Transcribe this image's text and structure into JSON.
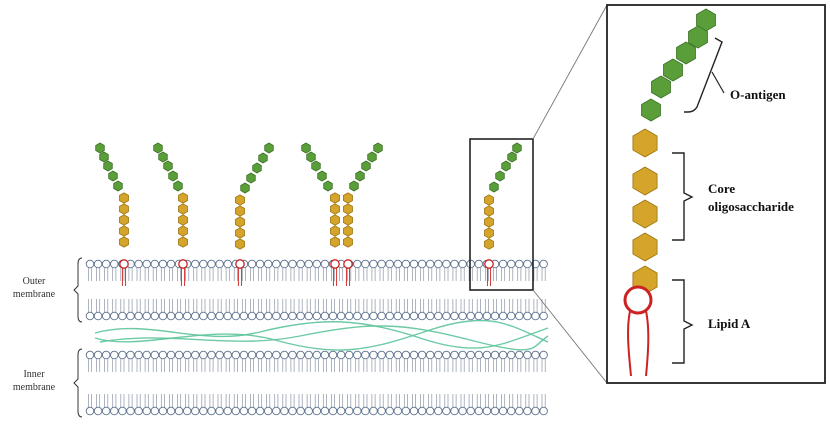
{
  "labels": {
    "outer_membrane": [
      "Outer",
      "membrane"
    ],
    "inner_membrane": [
      "Inner",
      "membrane"
    ],
    "o_antigen": "O-antigen",
    "core_oligosaccharide": [
      "Core",
      "oligosaccharide"
    ],
    "lipid_a": "Lipid A"
  },
  "colors": {
    "o_antigen_fill": "#5a9e3a",
    "o_antigen_stroke": "#3d7226",
    "core_fill": "#d4a52a",
    "core_stroke": "#9b7410",
    "lipid_a": "#cc2222",
    "phospholipid_head_stroke": "#5a6f8c",
    "phospholipid_tail": "#8a95a5",
    "peptidoglycan": "#5cc49a",
    "frame": "#222222",
    "zoom_line": "#777777"
  },
  "components": [
    "o-antigen",
    "core-oligosaccharide",
    "lipid-a",
    "outer-membrane",
    "peptidoglycan",
    "inner-membrane"
  ]
}
